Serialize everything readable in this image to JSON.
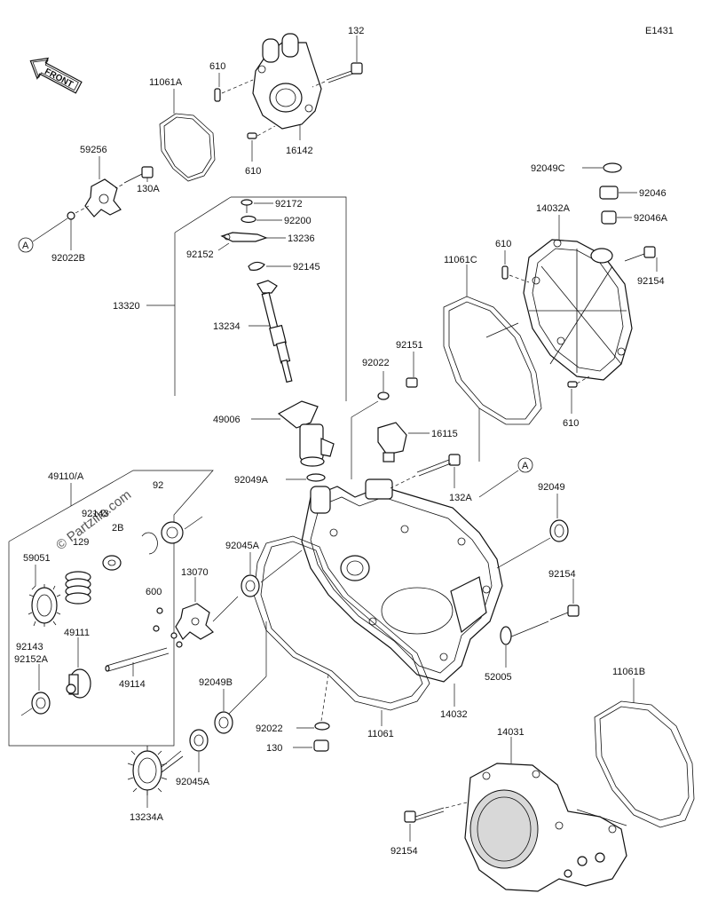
{
  "diagram": {
    "code": "E1431",
    "front_label": "FRONT",
    "watermark": "© Partzilla.com",
    "circle_marker": "A"
  },
  "labels": {
    "l132": "132",
    "l11061A": "11061A",
    "l610a": "610",
    "l610b": "610",
    "l16142": "16142",
    "l59256": "59256",
    "l130A": "130A",
    "l92022B": "92022B",
    "l92172": "92172",
    "l92200": "92200",
    "l13236": "13236",
    "l92152": "92152",
    "l92145": "92145",
    "l13320": "13320",
    "l13234": "13234",
    "l92049C": "92049C",
    "l92046": "92046",
    "l92046A": "92046A",
    "l14032A": "14032A",
    "l610c": "610",
    "l11061C": "11061C",
    "l92154a": "92154",
    "l610d": "610",
    "l92151": "92151",
    "l92022": "92022",
    "l49006": "49006",
    "l16115": "16115",
    "l92049A": "92049A",
    "l132A": "132A",
    "l92049": "92049",
    "l49110A": "49110/A",
    "l92": "92",
    "l92143a": "92143",
    "l129": "129",
    "l2B": "2B",
    "l59051": "59051",
    "l92045A": "92045A",
    "l13070": "13070",
    "l600": "600",
    "l92154b": "92154",
    "l92143b": "92143",
    "l92152A": "92152A",
    "l49111": "49111",
    "l49114": "49114",
    "l52005": "52005",
    "l92049B": "92049B",
    "l92022c": "92022",
    "l11061": "11061",
    "l14032": "14032",
    "l11061B": "11061B",
    "l130": "130",
    "l92045Ab": "92045A",
    "l14031": "14031",
    "l13234A": "13234A",
    "l92154c": "92154"
  }
}
